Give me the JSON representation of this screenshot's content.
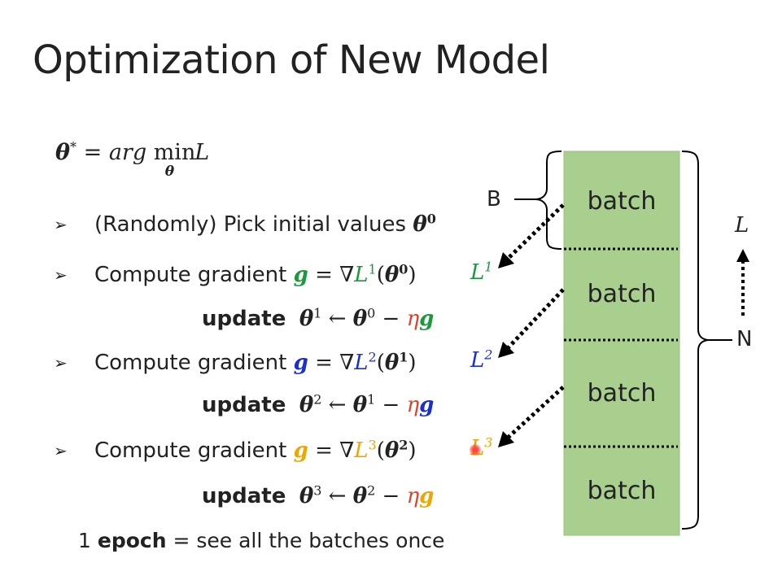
{
  "title": "Optimization of New Model",
  "objective": {
    "lhs": "θ",
    "lhs_sup": "*",
    "equals": " = ",
    "arg": "arg",
    "min": "min",
    "min_sub": "θ",
    "loss": "L"
  },
  "steps": [
    {
      "text": "(Randomly) Pick initial values ",
      "theta": "θ",
      "theta_sup": "0"
    },
    {
      "text": "Compute gradient ",
      "g": "g",
      "eq": " = ∇",
      "L": "L",
      "L_sup": "1",
      "arg_open": "(",
      "theta": "θ",
      "theta_sup": "0",
      "arg_close": ")",
      "loss_label": "L",
      "loss_sup": "1",
      "update_label": "update",
      "update_theta": "θ",
      "update_sup": "1",
      "update_arrow": " ← ",
      "update_prev": "θ",
      "update_prev_sup": "0",
      "update_minus": " − ",
      "eta": "η",
      "update_g": "g"
    },
    {
      "text": "Compute gradient ",
      "g": "g",
      "eq": " = ∇",
      "L": "L",
      "L_sup": "2",
      "arg_open": "(",
      "theta": "θ",
      "theta_sup": "1",
      "arg_close": ")",
      "loss_label": "L",
      "loss_sup": "2",
      "update_label": "update",
      "update_theta": "θ",
      "update_sup": "2",
      "update_arrow": " ← ",
      "update_prev": "θ",
      "update_prev_sup": "1",
      "update_minus": " − ",
      "eta": "η",
      "update_g": "g"
    },
    {
      "text": "Compute gradient ",
      "g": "g",
      "eq": " = ∇",
      "L": "L",
      "L_sup": "3",
      "arg_open": "(",
      "theta": "θ",
      "theta_sup": "2",
      "arg_close": ")",
      "loss_label": "L",
      "loss_sup": "3",
      "update_label": "update",
      "update_theta": "θ",
      "update_sup": "3",
      "update_arrow": " ← ",
      "update_prev": "θ",
      "update_prev_sup": "2",
      "update_minus": " − ",
      "eta": "η",
      "update_g": "g"
    }
  ],
  "epoch": {
    "count": "1 ",
    "word": "epoch",
    "rest": " = see all the batches once"
  },
  "batches": [
    "batch",
    "batch",
    "batch",
    "batch"
  ],
  "brace_labels": {
    "batch_size": "B",
    "total": "N",
    "loss": "L"
  },
  "colors": {
    "green": "#1a9a3c",
    "blue": "#1a2fd1",
    "orange": "#f0a500",
    "red": "#e0432b",
    "batch_fill": "#a9cf8e"
  },
  "icons": [
    "bullet-arrow-icon",
    "dotted-arrow-icon",
    "brace-icon"
  ]
}
